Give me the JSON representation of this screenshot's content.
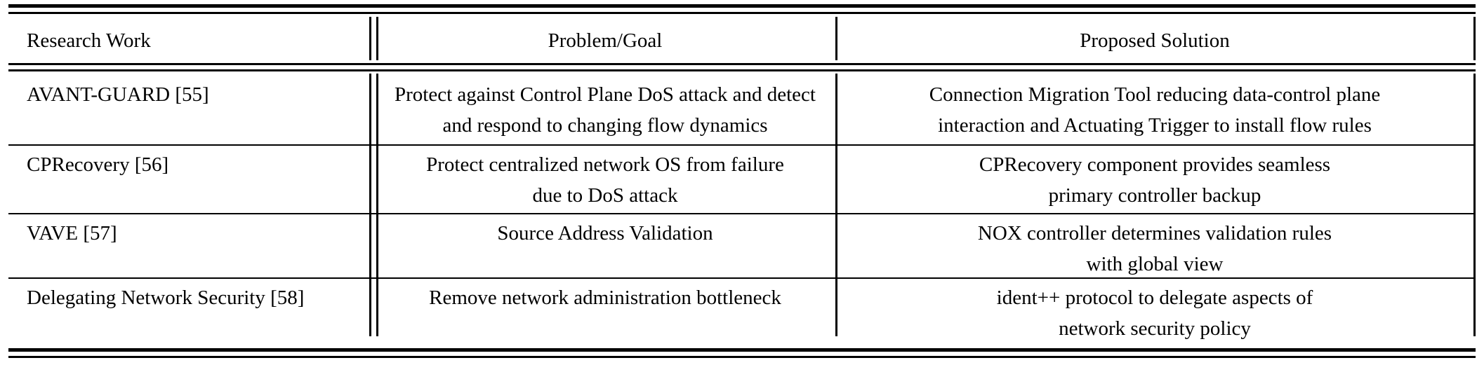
{
  "table": {
    "caption_present": false,
    "columns": [
      {
        "key": "research_work",
        "header": "Research Work",
        "align": "left"
      },
      {
        "key": "problem_goal",
        "header": "Problem/Goal",
        "align": "center"
      },
      {
        "key": "proposed_solution",
        "header": "Proposed Solution",
        "align": "center"
      }
    ],
    "rows": [
      {
        "research_work": [
          "AVANT-GUARD [55]"
        ],
        "problem_goal": [
          "Protect against Control Plane DoS attack and detect",
          "and respond to changing flow dynamics"
        ],
        "proposed_solution": [
          "Connection Migration Tool reducing data-control plane",
          "interaction and Actuating Trigger to install flow rules"
        ]
      },
      {
        "research_work": [
          "CPRecovery [56]"
        ],
        "problem_goal": [
          "Protect centralized network OS from failure",
          "due to DoS attack"
        ],
        "proposed_solution": [
          "CPRecovery component provides seamless",
          "primary controller backup"
        ]
      },
      {
        "research_work": [
          "VAVE [57]"
        ],
        "problem_goal": [
          "Source Address Validation"
        ],
        "proposed_solution": [
          "NOX controller determines validation rules",
          "with global view"
        ]
      },
      {
        "research_work": [
          "Delegating Network Security [58]"
        ],
        "problem_goal": [
          "Remove network administration bottleneck"
        ],
        "proposed_solution": [
          "ident++ protocol to delegate aspects of",
          "network security policy"
        ]
      }
    ],
    "style": {
      "rule_color": "#000000",
      "background": "#ffffff",
      "text_color": "#000000"
    }
  }
}
